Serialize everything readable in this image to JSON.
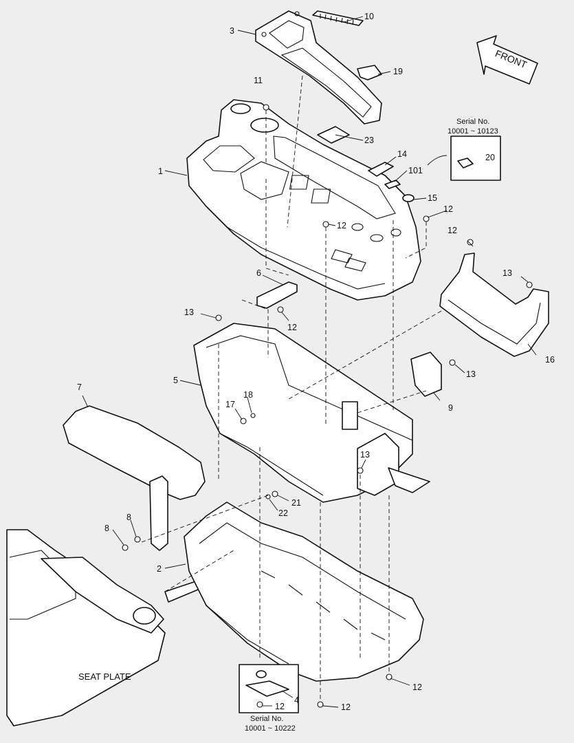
{
  "callouts": [
    {
      "id": "c1",
      "text": "1"
    },
    {
      "id": "c2",
      "text": "2"
    },
    {
      "id": "c3",
      "text": "3"
    },
    {
      "id": "c4",
      "text": "4"
    },
    {
      "id": "c5",
      "text": "5"
    },
    {
      "id": "c6",
      "text": "6"
    },
    {
      "id": "c7",
      "text": "7"
    },
    {
      "id": "c8",
      "text": "8"
    },
    {
      "id": "c9",
      "text": "9"
    },
    {
      "id": "c10",
      "text": "10"
    },
    {
      "id": "c11",
      "text": "11"
    },
    {
      "id": "c12a",
      "text": "12"
    },
    {
      "id": "c12b",
      "text": "12"
    },
    {
      "id": "c12c",
      "text": "12"
    },
    {
      "id": "c12d",
      "text": "12"
    },
    {
      "id": "c12e",
      "text": "12"
    },
    {
      "id": "c12f",
      "text": "12"
    },
    {
      "id": "c12g",
      "text": "12"
    },
    {
      "id": "c13a",
      "text": "13"
    },
    {
      "id": "c13b",
      "text": "13"
    },
    {
      "id": "c13c",
      "text": "13"
    },
    {
      "id": "c13d",
      "text": "13"
    },
    {
      "id": "c13e",
      "text": "13"
    },
    {
      "id": "c14",
      "text": "14"
    },
    {
      "id": "c15",
      "text": "15"
    },
    {
      "id": "c16",
      "text": "16"
    },
    {
      "id": "c17",
      "text": "17"
    },
    {
      "id": "c18",
      "text": "18"
    },
    {
      "id": "c19",
      "text": "19"
    },
    {
      "id": "c20",
      "text": "20"
    },
    {
      "id": "c21",
      "text": "21"
    },
    {
      "id": "c22",
      "text": "22"
    },
    {
      "id": "c23",
      "text": "23"
    },
    {
      "id": "c101",
      "text": "101"
    }
  ],
  "front_label": "FRONT",
  "seat_plate_label": "SEAT PLATE",
  "serial_top": {
    "line1": "Serial No.",
    "line2": "10001 ~ 10123"
  },
  "serial_bottom": {
    "line1": "Serial No.",
    "line2": "10001 ~ 10222"
  }
}
